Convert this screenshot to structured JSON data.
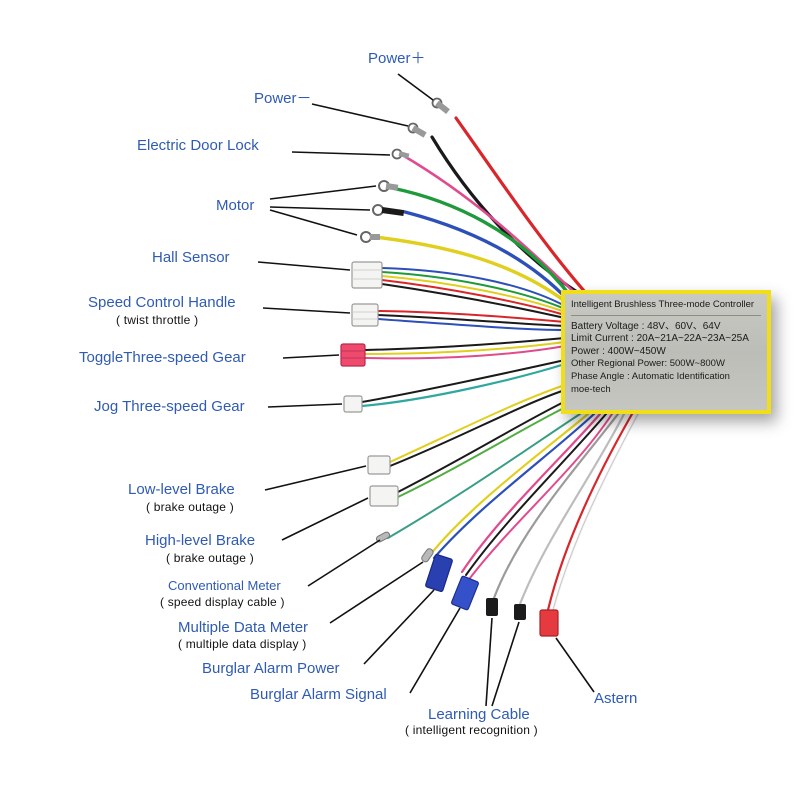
{
  "labels": {
    "power_plus": "Power＋",
    "power_minus": "Power－",
    "door_lock": "Electric Door Lock",
    "motor": "Motor",
    "hall_sensor": "Hall Sensor",
    "speed_control": "Speed Control Handle",
    "speed_control_sub": "( twist throttle )",
    "toggle_gear": "ToggleThree-speed Gear",
    "jog_gear": "Jog Three-speed Gear",
    "low_brake": "Low-level Brake",
    "low_brake_sub": "( brake outage )",
    "high_brake": "High-level Brake",
    "high_brake_sub": "( brake outage )",
    "conv_meter": "Conventional Meter",
    "conv_meter_sub": "( speed display cable )",
    "multi_meter": "Multiple Data Meter",
    "multi_meter_sub": "( multiple data display )",
    "alarm_power": "Burglar Alarm Power",
    "alarm_signal": "Burglar Alarm Signal",
    "learning": "Learning Cable",
    "learning_sub": "( intelligent  recognition )",
    "astern": "Astern"
  },
  "controller": {
    "header": "Intelligent Brushless Three-mode Controller",
    "battery_voltage": "Battery Voltage : 48V、60V、64V",
    "limit_current": "Limit Current : 20A~21A~22A~23A~25A",
    "power": "Power : 400W~450W",
    "regional_power": "Other Regional Power:  500W~800W",
    "phase_angle": "Phase Angle : Automatic Identification",
    "brand": "moe-tech"
  },
  "colors": {
    "label_text": "#2f5bb4",
    "controller_border": "#f0df18",
    "controller_body": "#c4c4bf"
  }
}
